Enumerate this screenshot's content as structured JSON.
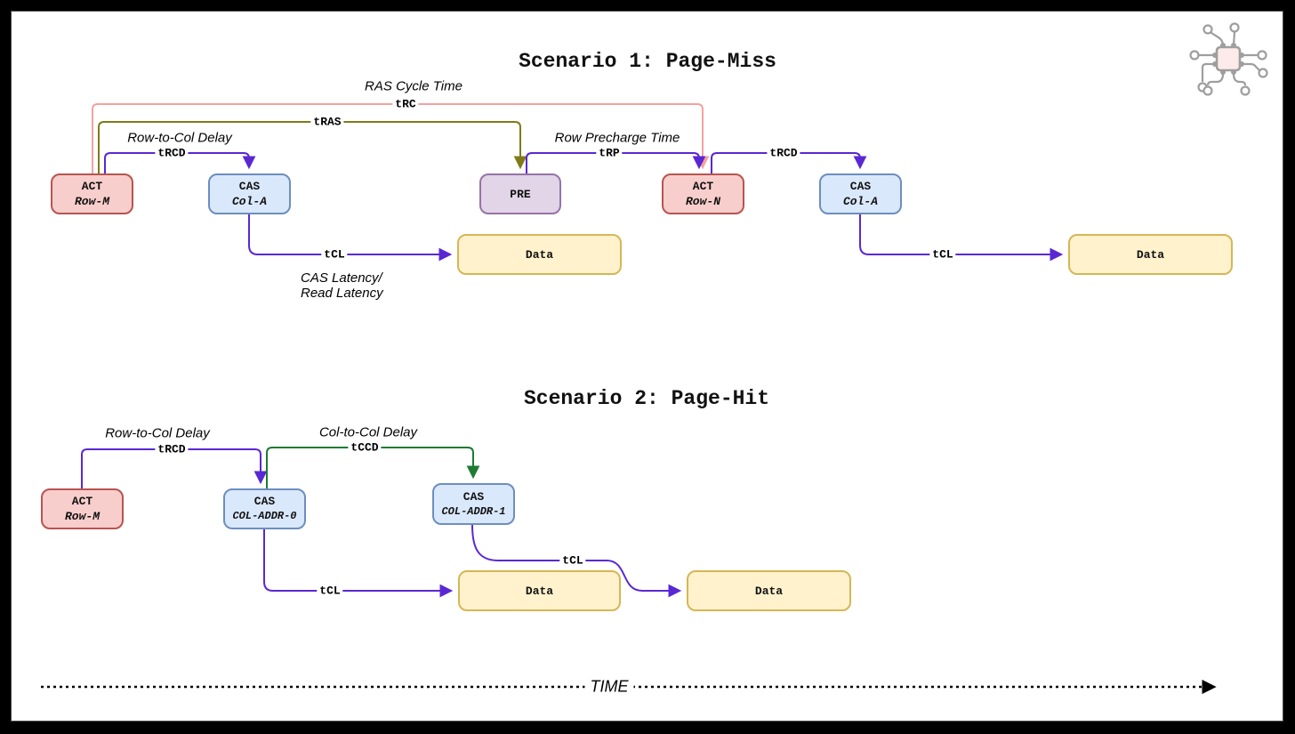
{
  "scenario1": {
    "title": "Scenario 1: Page-Miss",
    "boxes": {
      "act_row_m": {
        "line1": "ACT",
        "line2": "Row-M"
      },
      "cas_col_a1": {
        "line1": "CAS",
        "line2": "Col-A"
      },
      "pre": {
        "line1": "PRE"
      },
      "act_row_n": {
        "line1": "ACT",
        "line2": "Row-N"
      },
      "cas_col_a2": {
        "line1": "CAS",
        "line2": "Col-A"
      },
      "data1": {
        "line1": "Data"
      },
      "data2": {
        "line1": "Data"
      }
    },
    "edge_labels": {
      "ras_cycle_time": "RAS Cycle Time",
      "trc": "tRC",
      "tras": "tRAS",
      "row_to_col_delay": "Row-to-Col Delay",
      "trcd1": "tRCD",
      "row_precharge_time": "Row Precharge Time",
      "trp": "tRP",
      "trcd2": "tRCD",
      "tcl1": "tCL",
      "cas_latency_note_line1": "CAS Latency/",
      "cas_latency_note_line2": "Read Latency",
      "tcl2": "tCL"
    }
  },
  "scenario2": {
    "title": "Scenario 2: Page-Hit",
    "boxes": {
      "act_row_m": {
        "line1": "ACT",
        "line2": "Row-M"
      },
      "cas_col_addr0": {
        "line1": "CAS",
        "line2": "COL-ADDR-0"
      },
      "cas_col_addr1": {
        "line1": "CAS",
        "line2": "COL-ADDR-1"
      },
      "data1": {
        "line1": "Data"
      },
      "data2": {
        "line1": "Data"
      }
    },
    "edge_labels": {
      "row_to_col_delay": "Row-to-Col Delay",
      "trcd": "tRCD",
      "col_to_col_delay": "Col-to-Col Delay",
      "tccd": "tCCD",
      "tcl1": "tCL",
      "tcl2": "tCL"
    }
  },
  "timeline": {
    "label": "TIME"
  },
  "icons": {
    "logo": "chip-circuit-icon"
  },
  "colors": {
    "box_red_fill": "#F8CECC",
    "box_red_stroke": "#B85450",
    "box_blue_fill": "#DAE8FC",
    "box_blue_stroke": "#6C8EBF",
    "box_purple_fill": "#E1D5E7",
    "box_purple_stroke": "#9673A6",
    "box_yellow_fill": "#FFF2CC",
    "box_yellow_stroke": "#D6B656",
    "edge_purple": "#5A28D2",
    "edge_pink": "#F2A2A0",
    "edge_olive": "#7F7B1B",
    "edge_green": "#1E7B33",
    "timeline_black": "#000000"
  }
}
